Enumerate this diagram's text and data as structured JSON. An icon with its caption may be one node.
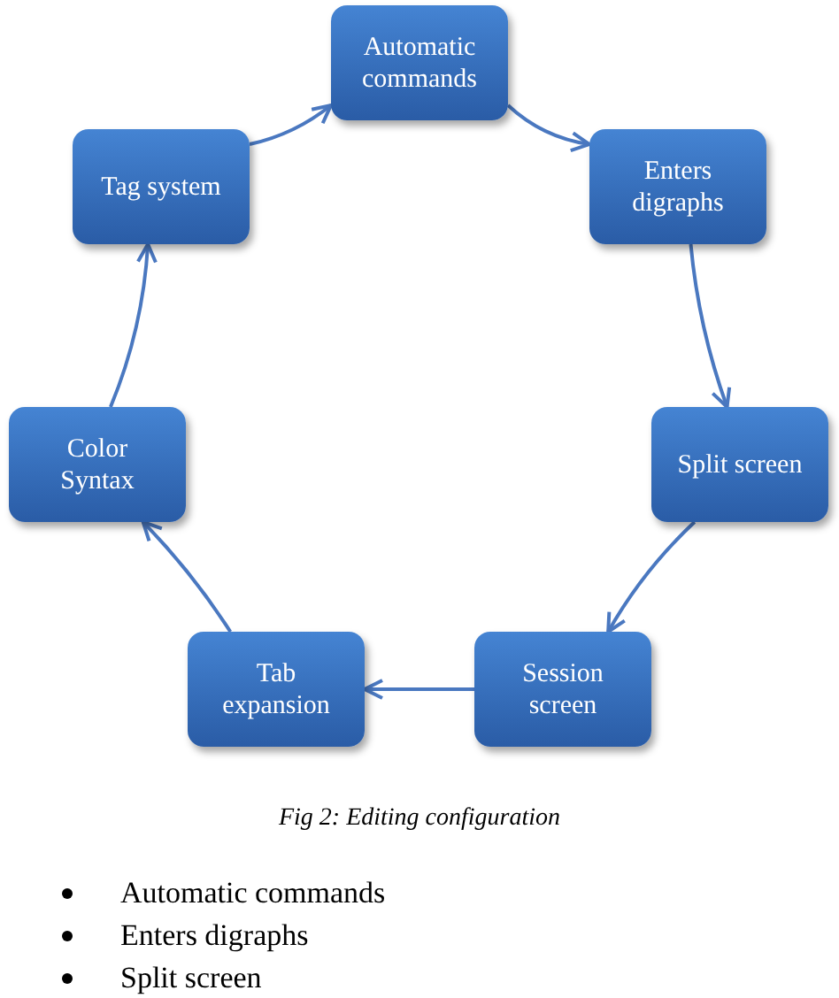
{
  "diagram": {
    "caption": "Fig 2: Editing configuration",
    "nodes": [
      {
        "text": [
          "Automatic commands"
        ]
      },
      {
        "text": [
          "Enters digraphs"
        ]
      },
      {
        "text": [
          "Split screen"
        ]
      },
      {
        "text": [
          "Session screen"
        ]
      },
      {
        "text": [
          "Tab expansion"
        ]
      },
      {
        "text": [
          "Color Syntax"
        ]
      },
      {
        "text": [
          "Tag system"
        ]
      }
    ],
    "edges": [
      {
        "from": 0,
        "to": 1,
        "arrow": "to"
      },
      {
        "from": 1,
        "to": 2,
        "arrow": "to"
      },
      {
        "from": 2,
        "to": 3,
        "arrow": "to"
      },
      {
        "from": 3,
        "to": 4,
        "arrow": "to"
      },
      {
        "from": 4,
        "to": 5,
        "arrow": "to"
      },
      {
        "from": 5,
        "to": 6,
        "arrow": "to"
      },
      {
        "from": 6,
        "to": 0,
        "arrow": "to"
      }
    ],
    "labels": [
      "Automatic commands",
      "Enters digraphs",
      "Split screen"
    ]
  }
}
